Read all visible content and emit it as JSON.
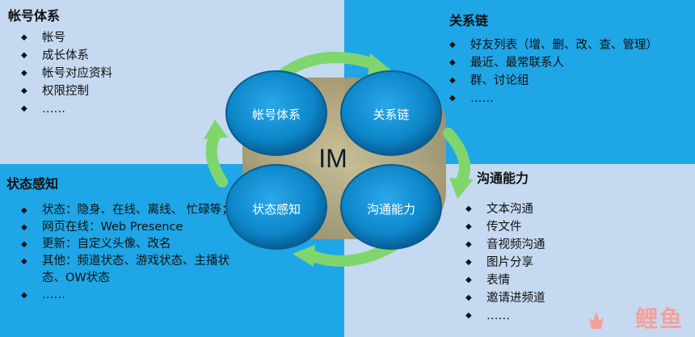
{
  "center": {
    "label": "IM"
  },
  "nodes": {
    "account": "帐号体系",
    "relation": "关系链",
    "state": "状态感知",
    "communication": "沟通能力"
  },
  "quadrants": {
    "top_left": {
      "title": "帐号体系",
      "items": [
        "帐号",
        "成长体系",
        "帐号对应资料",
        "权限控制",
        "……"
      ]
    },
    "top_right": {
      "title": "关系链",
      "items": [
        "好友列表（增、删、改、查、管理）",
        "最近、最常联系人",
        "群、讨论组",
        "……"
      ]
    },
    "bottom_left": {
      "title": "状态感知",
      "items": [
        "状态：隐身、在线、离线、 忙碌等；",
        "网页在线：Web Presence",
        "更新：自定义头像、改名",
        "其他：频道状态、游戏状态、主播状态、OW状态",
        "……"
      ]
    },
    "bottom_right": {
      "title": "沟通能力",
      "items": [
        "文本沟通",
        "传文件",
        "音视频沟通",
        "图片分享",
        "表情",
        "邀请进频道",
        "……"
      ]
    }
  },
  "watermark": "鲤鱼",
  "colors": {
    "light_blue": "#c5d9f1",
    "bright_blue": "#1fa6e6",
    "circle_blue": "#0c86c9",
    "arrow_green": "#7fd66d",
    "center_tan": "#b5aa84",
    "watermark": "#f4a19a"
  }
}
